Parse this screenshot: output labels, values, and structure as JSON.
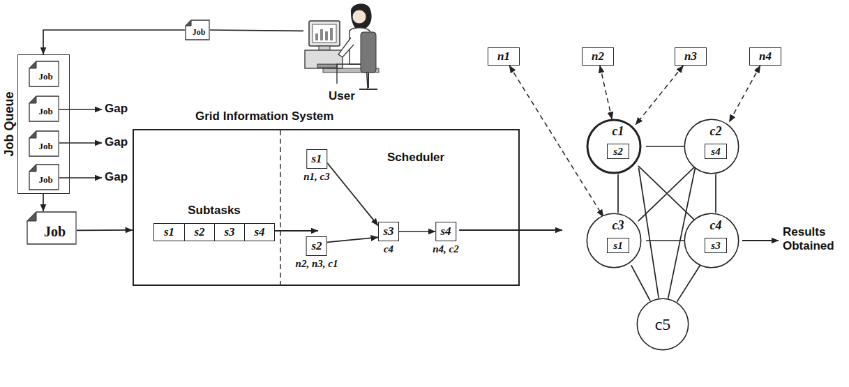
{
  "diagram": {
    "nodes": [
      {
        "text": [
          "Job"
        ]
      },
      {
        "text": [
          "User"
        ]
      },
      {
        "text": [
          "Job Queue"
        ]
      },
      {
        "text": [
          "Job"
        ],
        "in": 2
      },
      {
        "text": [
          "Job"
        ],
        "in": 2
      },
      {
        "text": [
          "Job"
        ],
        "in": 2
      },
      {
        "text": [
          "Job"
        ],
        "in": 2
      },
      {
        "text": [
          "Job"
        ]
      },
      {
        "text": [
          "Grid Information System"
        ]
      },
      {
        "text": [
          "Subtasks"
        ],
        "in": 8
      },
      {
        "text": [
          "s1"
        ],
        "in": 9
      },
      {
        "text": [
          "s2"
        ],
        "in": 9
      },
      {
        "text": [
          "s3"
        ],
        "in": 9
      },
      {
        "text": [
          "s4"
        ],
        "in": 9
      },
      {
        "text": [
          "s1",
          "n1, c3"
        ],
        "in": 8
      },
      {
        "text": [
          "s2",
          "n2, n3, c1"
        ],
        "in": 8
      },
      {
        "text": [
          "s3",
          "c4"
        ],
        "in": 8
      },
      {
        "text": [
          "s4",
          "n4, c2"
        ],
        "in": 8
      },
      {
        "text": [
          "n1"
        ]
      },
      {
        "text": [
          "n2"
        ]
      },
      {
        "text": [
          "n3"
        ]
      },
      {
        "text": [
          "n4"
        ]
      },
      {
        "text": [
          "c1"
        ]
      },
      {
        "text": [
          "s2"
        ],
        "in": 22
      },
      {
        "text": [
          "c2"
        ]
      },
      {
        "text": [
          "s4"
        ],
        "in": 24
      },
      {
        "text": [
          "c3"
        ]
      },
      {
        "text": [
          "s1"
        ],
        "in": 26
      },
      {
        "text": [
          "c4"
        ]
      },
      {
        "text": [
          "s3"
        ],
        "in": 28
      },
      {
        "text": [
          "c5"
        ]
      }
    ],
    "edges": [
      {
        "from": 1,
        "to": 0,
        "arrow": "none"
      },
      {
        "from": 0,
        "to": 2,
        "arrow": "to"
      },
      {
        "from": 2,
        "to": 7,
        "arrow": "to"
      },
      {
        "from": 7,
        "to": 8,
        "arrow": "to"
      },
      {
        "from": 14,
        "to": 16,
        "arrow": "to"
      },
      {
        "from": 15,
        "to": 16,
        "arrow": "to"
      },
      {
        "from": 16,
        "to": 17,
        "arrow": "to"
      },
      {
        "from": 18,
        "to": 26,
        "arrow": "both"
      },
      {
        "from": 19,
        "to": 22,
        "arrow": "both"
      },
      {
        "from": 20,
        "to": 22,
        "arrow": "both"
      },
      {
        "from": 21,
        "to": 24,
        "arrow": "both"
      },
      {
        "from": 22,
        "to": 24,
        "arrow": "none"
      },
      {
        "from": 22,
        "to": 26,
        "arrow": "none"
      },
      {
        "from": 22,
        "to": 28,
        "arrow": "none"
      },
      {
        "from": 22,
        "to": 30,
        "arrow": "none"
      },
      {
        "from": 24,
        "to": 26,
        "arrow": "none"
      },
      {
        "from": 24,
        "to": 28,
        "arrow": "none"
      },
      {
        "from": 24,
        "to": 30,
        "arrow": "none"
      },
      {
        "from": 26,
        "to": 28,
        "arrow": "none"
      },
      {
        "from": 26,
        "to": 30,
        "arrow": "none"
      },
      {
        "from": 28,
        "to": 30,
        "arrow": "none"
      }
    ],
    "labels": [
      "Gap",
      "Gap",
      "Gap",
      "Scheduler",
      "Results Obtained"
    ]
  }
}
